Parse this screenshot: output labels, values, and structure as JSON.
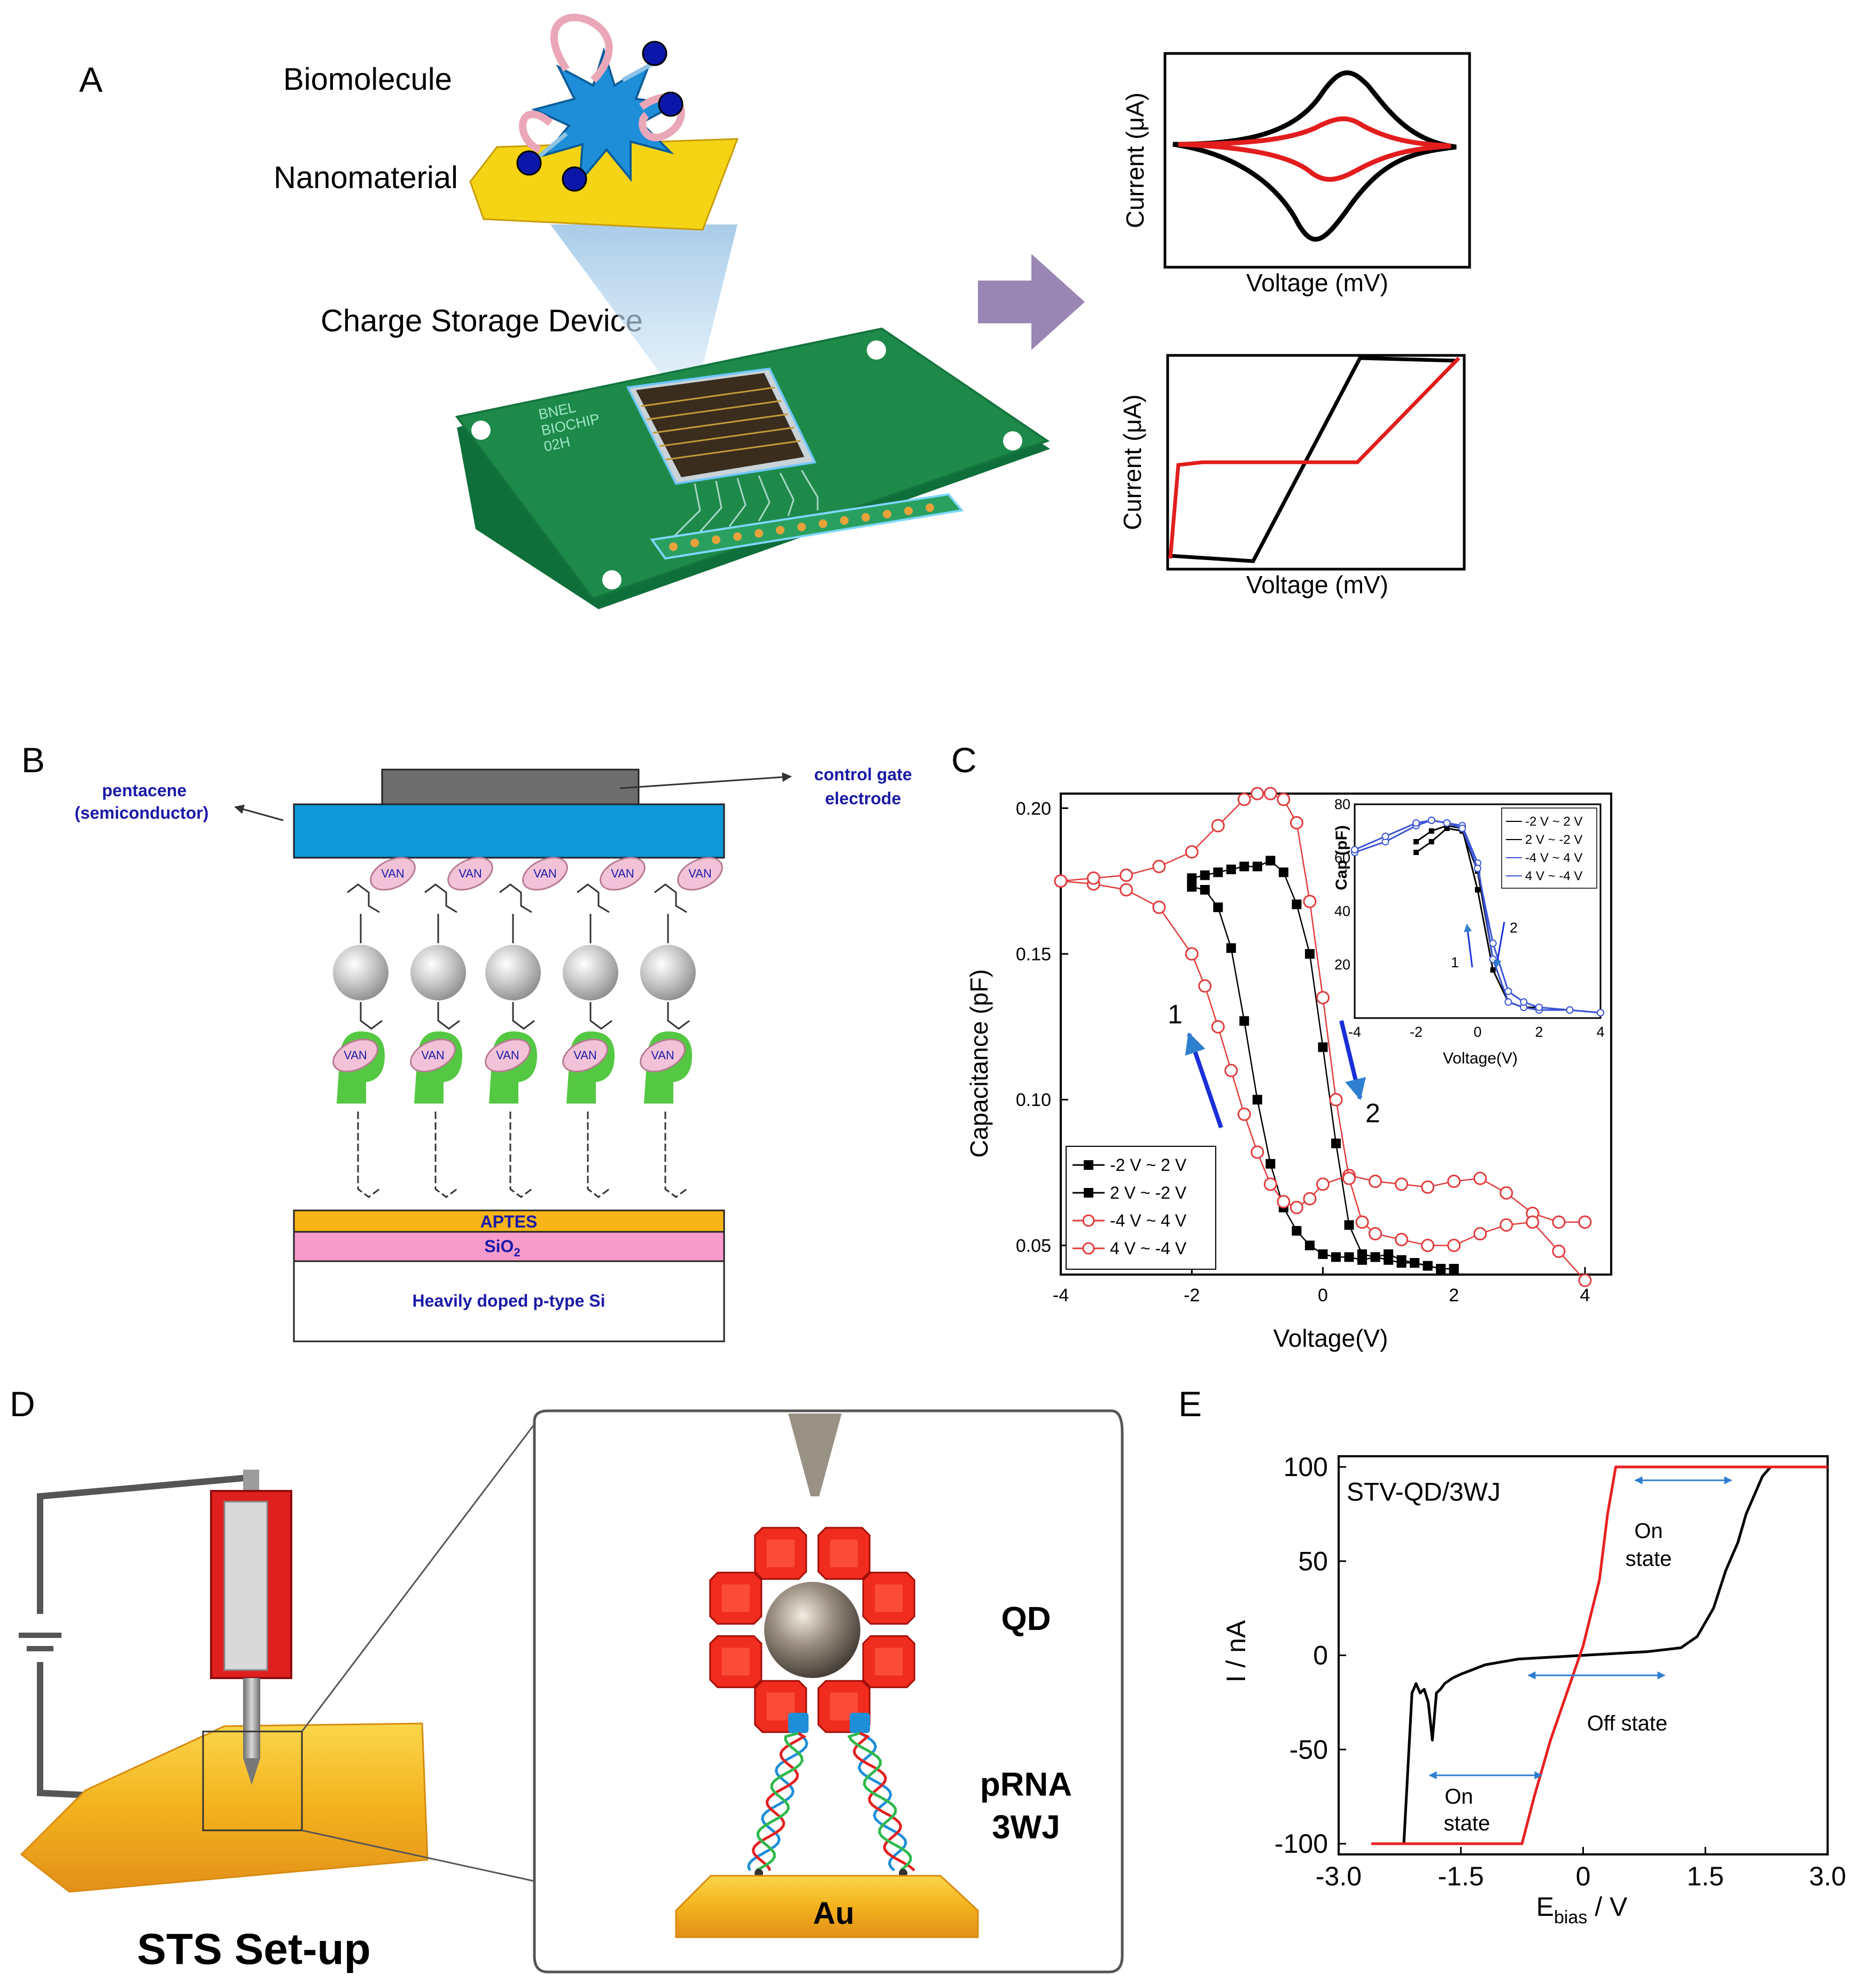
{
  "panels": {
    "a": {
      "letter": "A",
      "labels": {
        "biomolecule": "Biomolecule",
        "nanomaterial": "Nanomaterial",
        "device": "Charge Storage Device"
      },
      "chip_text": [
        "BNEL",
        "BIOCHIP",
        "02H"
      ],
      "cv_plot": {
        "ylabel": "Current (μA)",
        "xlabel": "Voltage (mV)"
      },
      "iv_plot": {
        "ylabel": "Current (μA)",
        "xlabel": "Voltage (mV)"
      },
      "colors": {
        "pcb": "#1e8a4a",
        "arrow": "#9a86b4",
        "gold": "#f2d21a"
      }
    },
    "b": {
      "letter": "B",
      "pentacene": [
        "pentacene",
        "(semiconductor)"
      ],
      "gate": [
        "control gate",
        "electrode"
      ],
      "van": "VAN",
      "layers": {
        "aptes": "APTES",
        "sio2": "SiO",
        "sio2_sub": "2",
        "substrate": "Heavily doped p-type Si"
      },
      "colors": {
        "pentacene": "#0f97d8",
        "gate": "#6d6d6d",
        "aptes": "#f7b518",
        "sio2": "#f79bcb",
        "van": "#f2c3d8",
        "protein": "#54c842"
      }
    },
    "c": {
      "letter": "C",
      "annotations": {
        "arrow1": "1",
        "arrow2": "2"
      },
      "inset": {
        "ylabel": "Cap (pF)",
        "xlabel": "Voltage(V)",
        "annotation1": "1",
        "annotation2": "2"
      }
    },
    "d": {
      "letter": "D",
      "title": "STS Set-up",
      "labels": {
        "qd": "QD",
        "prna_line1": "pRNA",
        "prna_line2": "3WJ",
        "au": "Au"
      }
    },
    "e": {
      "letter": "E",
      "sample": "STV-QD/3WJ",
      "xlabel_main": "E",
      "xlabel_sub": "bias",
      "xlabel_tail": " /  V",
      "ylabel": "I / nA",
      "on_state_upper": [
        "On",
        "state"
      ],
      "off_state": "Off state",
      "on_state_lower": [
        "On",
        "state"
      ]
    }
  },
  "chart_data": [
    {
      "type": "line",
      "panel": "C",
      "xlabel": "Voltage(V)",
      "ylabel": "Capacitance (pF)",
      "xlim": [
        -4,
        4.4
      ],
      "ylim": [
        0.04,
        0.205
      ],
      "xticks": [
        "-4",
        "-2",
        "0",
        "2",
        "4"
      ],
      "yticks": [
        "0.05",
        "0.10",
        "0.15",
        "0.20"
      ],
      "legend_position": "bottom-left",
      "series": [
        {
          "name": "-2 V ~ 2 V",
          "color": "#000000",
          "marker": "square-filled",
          "x": [
            -2,
            -1.8,
            -1.6,
            -1.4,
            -1.2,
            -1.0,
            -0.8,
            -0.6,
            -0.4,
            -0.2,
            0,
            0.2,
            0.4,
            0.6,
            0.8,
            1.0,
            1.2,
            1.4,
            1.6,
            1.8,
            2.0
          ],
          "y": [
            0.173,
            0.172,
            0.166,
            0.152,
            0.127,
            0.1,
            0.078,
            0.063,
            0.055,
            0.05,
            0.047,
            0.046,
            0.046,
            0.045,
            0.046,
            0.045,
            0.044,
            0.044,
            0.043,
            0.042,
            0.042
          ]
        },
        {
          "name": "2 V ~ -2 V",
          "color": "#000000",
          "marker": "square-filled",
          "x": [
            2.0,
            1.8,
            1.6,
            1.4,
            1.2,
            1.0,
            0.8,
            0.6,
            0.4,
            0.2,
            0,
            -0.2,
            -0.4,
            -0.6,
            -0.8,
            -1.0,
            -1.2,
            -1.4,
            -1.6,
            -1.8,
            -2.0
          ],
          "y": [
            0.042,
            0.042,
            0.043,
            0.044,
            0.045,
            0.047,
            0.046,
            0.047,
            0.057,
            0.085,
            0.118,
            0.15,
            0.167,
            0.178,
            0.182,
            0.18,
            0.18,
            0.179,
            0.178,
            0.177,
            0.176
          ]
        },
        {
          "name": "-4 V ~ 4 V",
          "color": "#e23b3b",
          "marker": "circle-open",
          "x": [
            -4,
            -3.5,
            -3,
            -2.5,
            -2,
            -1.8,
            -1.6,
            -1.4,
            -1.2,
            -1.0,
            -0.8,
            -0.6,
            -0.4,
            -0.2,
            0,
            0.4,
            0.8,
            1.2,
            1.6,
            2.0,
            2.4,
            2.8,
            3.2,
            3.6,
            4.0
          ],
          "y": [
            0.175,
            0.174,
            0.172,
            0.166,
            0.15,
            0.139,
            0.125,
            0.11,
            0.095,
            0.082,
            0.071,
            0.065,
            0.063,
            0.066,
            0.071,
            0.074,
            0.072,
            0.071,
            0.07,
            0.072,
            0.073,
            0.068,
            0.061,
            0.058,
            0.058
          ]
        },
        {
          "name": "4 V ~ -4 V",
          "color": "#e23b3b",
          "marker": "circle-open",
          "x": [
            4.0,
            3.6,
            3.2,
            2.8,
            2.4,
            2.0,
            1.6,
            1.2,
            0.8,
            0.6,
            0.4,
            0.2,
            0,
            -0.2,
            -0.4,
            -0.6,
            -0.8,
            -1.0,
            -1.2,
            -1.6,
            -2.0,
            -2.5,
            -3.0,
            -3.5,
            -4.0
          ],
          "y": [
            0.038,
            0.048,
            0.058,
            0.057,
            0.054,
            0.05,
            0.05,
            0.052,
            0.054,
            0.058,
            0.073,
            0.1,
            0.135,
            0.168,
            0.195,
            0.203,
            0.205,
            0.205,
            0.203,
            0.194,
            0.185,
            0.18,
            0.177,
            0.176,
            0.175
          ]
        }
      ]
    },
    {
      "type": "line",
      "panel": "C-inset",
      "xlabel": "Voltage(V)",
      "ylabel": "Cap (pF)",
      "xlim": [
        -4,
        4
      ],
      "ylim": [
        0,
        80
      ],
      "xticks": [
        "-4",
        "-2",
        "0",
        "2",
        "4"
      ],
      "yticks": [
        "20",
        "40",
        "60",
        "80"
      ],
      "legend_position": "top-right",
      "series": [
        {
          "name": "-2 V ~ 2 V",
          "color": "#000000",
          "x": [
            -2,
            -1.5,
            -1,
            -0.5,
            0,
            0.5,
            1,
            1.5,
            2
          ],
          "y": [
            62,
            66,
            71,
            70,
            55,
            22,
            6,
            4,
            3
          ]
        },
        {
          "name": "2 V ~ -2 V",
          "color": "#000000",
          "x": [
            2,
            1.5,
            1,
            0.5,
            0,
            -0.5,
            -1,
            -1.5,
            -2
          ],
          "y": [
            4,
            4,
            6,
            18,
            48,
            71,
            72,
            70,
            66
          ]
        },
        {
          "name": "-4 V ~ 4 V",
          "color": "#3b54d4",
          "x": [
            -4,
            -3,
            -2,
            -1.5,
            -1,
            -0.5,
            0,
            0.5,
            1,
            1.5,
            2,
            3,
            4
          ],
          "y": [
            62,
            66,
            72,
            74,
            73,
            72,
            58,
            22,
            6,
            4,
            3,
            3,
            2
          ]
        },
        {
          "name": "4 V ~ -4 V",
          "color": "#3b54d4",
          "x": [
            4,
            3,
            2,
            1.5,
            1,
            0.5,
            0,
            -0.5,
            -1,
            -1.5,
            -2,
            -3,
            -4
          ],
          "y": [
            2,
            3,
            4,
            6,
            10,
            28,
            56,
            71,
            73,
            74,
            73,
            68,
            63
          ]
        }
      ]
    },
    {
      "type": "line",
      "panel": "E",
      "xlabel": "Ebias / V",
      "ylabel": "I / nA",
      "xlim": [
        -3.0,
        3.0
      ],
      "ylim": [
        -100,
        100
      ],
      "xticks": [
        "-3.0",
        "-1.5",
        "0",
        "1.5",
        "3.0"
      ],
      "yticks": [
        "100",
        "50",
        "0",
        "-50",
        "-100"
      ],
      "series": [
        {
          "name": "",
          "color": "#000000",
          "x": [
            -2.2,
            -2.15,
            -2.1,
            -2.05,
            -2.0,
            -1.95,
            -1.9,
            -1.85,
            -1.8,
            -1.75,
            -1.7,
            -1.6,
            -1.5,
            -1.2,
            -0.8,
            -0.4,
            0,
            0.4,
            0.8,
            1.2,
            1.4,
            1.6,
            1.75,
            1.9,
            2.0,
            2.1,
            2.2,
            2.3
          ],
          "y": [
            -100,
            -60,
            -20,
            -15,
            -20,
            -18,
            -25,
            -45,
            -20,
            -18,
            -15,
            -12,
            -10,
            -5,
            -2,
            -1,
            0,
            1,
            2,
            4,
            10,
            25,
            45,
            60,
            75,
            85,
            95,
            100
          ]
        },
        {
          "name": "",
          "color": "#e82020",
          "x": [
            -2.6,
            -2.0,
            -1.5,
            -0.75,
            -0.6,
            -0.4,
            -0.2,
            0,
            0.2,
            0.3,
            0.4,
            0.5,
            1.0,
            2.0,
            3.0
          ],
          "y": [
            -100,
            -100,
            -100,
            -100,
            -75,
            -45,
            -20,
            5,
            40,
            75,
            100,
            100,
            100,
            100,
            100
          ]
        }
      ]
    }
  ]
}
